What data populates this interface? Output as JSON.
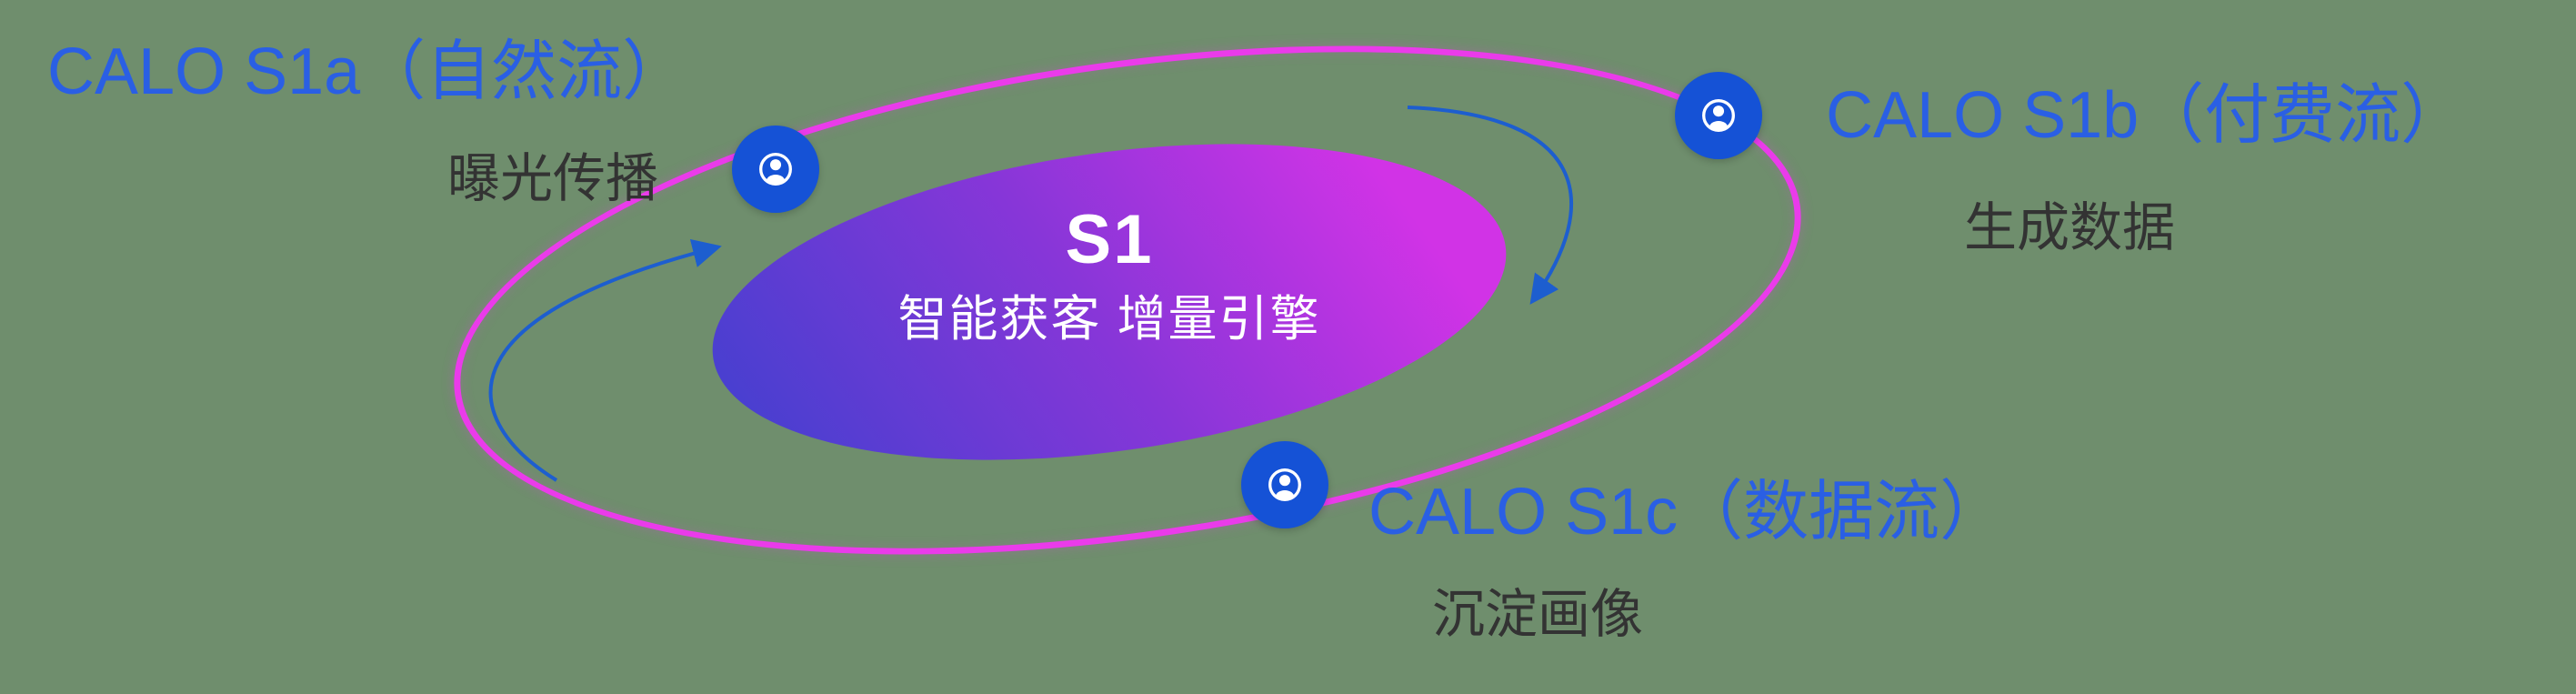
{
  "canvas": {
    "background": "#6f8e6d"
  },
  "center": {
    "title": "S1",
    "subtitle": "智能获客  增量引擎"
  },
  "nodes": [
    {
      "id": "s1a",
      "title": "CALO S1a（自然流）",
      "subtitle": "曝光传播",
      "icon": "user-circle-icon"
    },
    {
      "id": "s1b",
      "title": "CALO S1b（付费流）",
      "subtitle": "生成数据",
      "icon": "user-circle-icon"
    },
    {
      "id": "s1c",
      "title": "CALO S1c（数据流）",
      "subtitle": "沉淀画像",
      "icon": "user-circle-icon"
    }
  ],
  "arrows": [
    {
      "name": "counterclockwise-flow-arrow-left",
      "direction": "up-right"
    },
    {
      "name": "clockwise-flow-arrow-right",
      "direction": "down-left"
    }
  ],
  "colors": {
    "bg": "#6f8e6d",
    "ring": "#ea3bea",
    "core_from": "#4a3fd0",
    "core_mid": "#8836d8",
    "core_to": "#d133e6",
    "node": "#1552d6",
    "accent": "#2a5fe4",
    "subtitle_text": "#333333",
    "arrow": "#1d5ecf",
    "center_text": "#ffffff"
  }
}
